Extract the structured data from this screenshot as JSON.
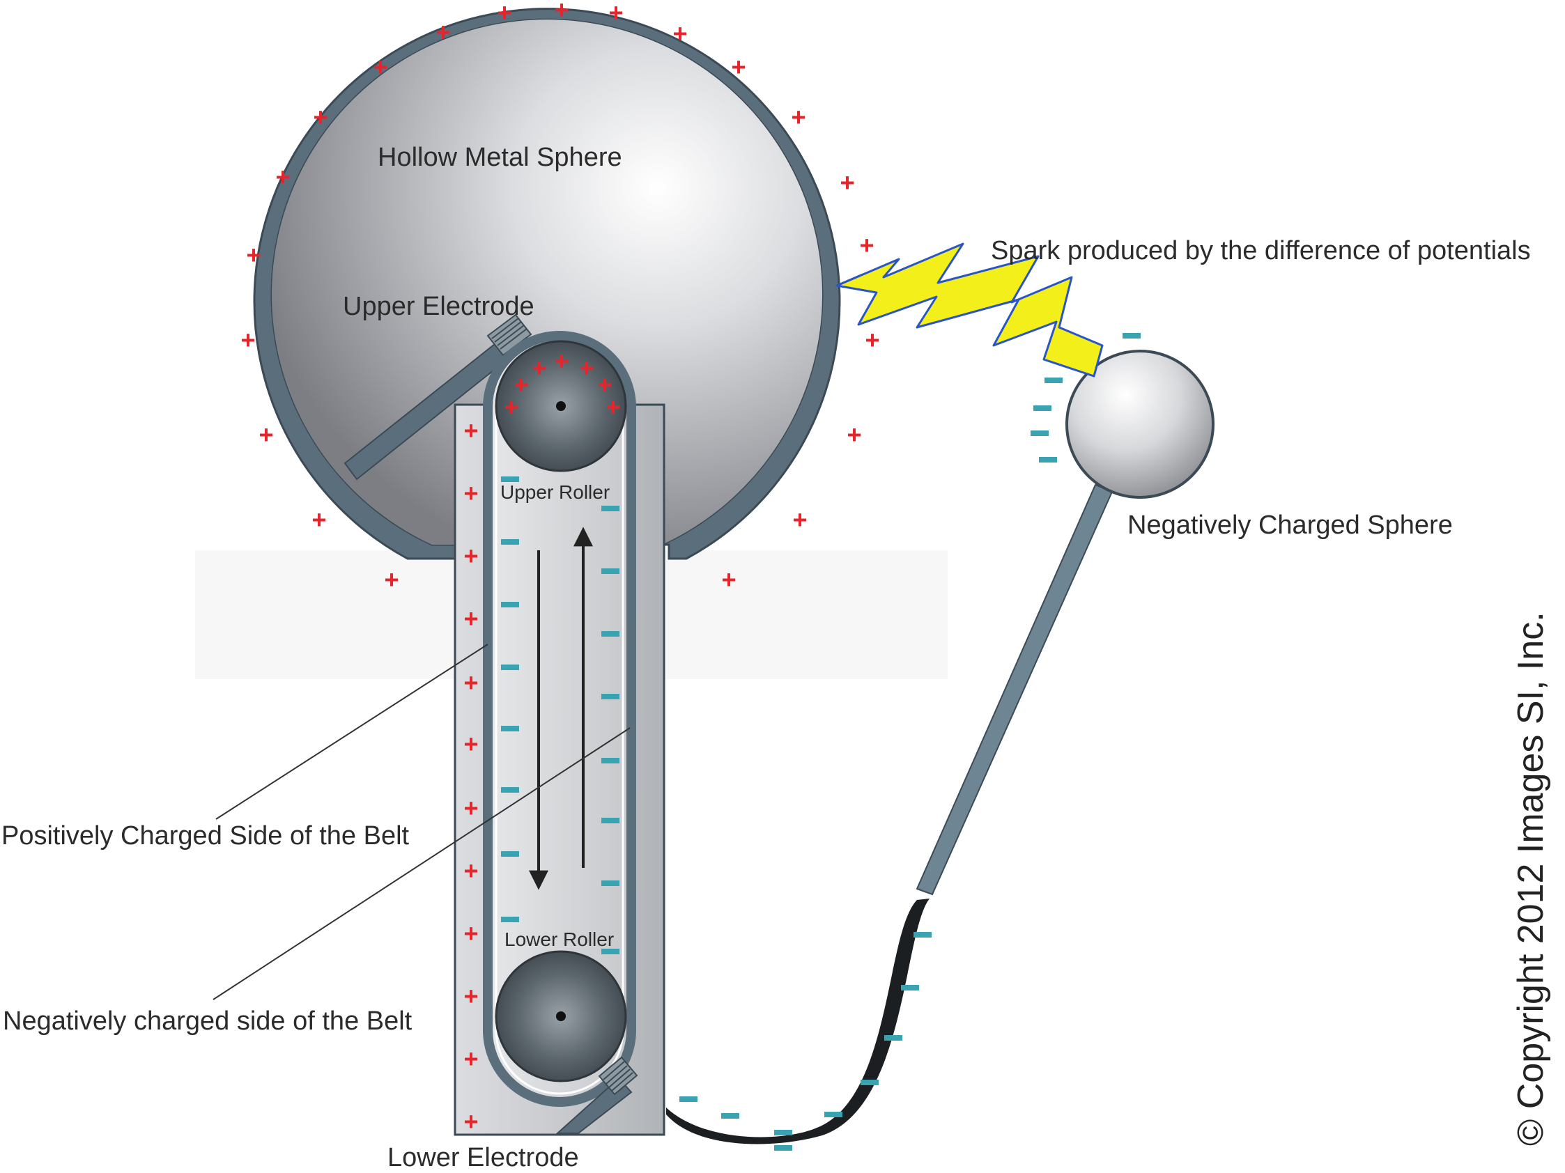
{
  "labels": {
    "hollow_sphere": "Hollow Metal Sphere",
    "upper_electrode": "Upper Electrode",
    "upper_roller": "Upper Roller",
    "lower_roller": "Lower Roller",
    "lower_electrode": "Lower Electrode",
    "spark": "Spark produced by the difference of potentials",
    "neg_sphere": "Negatively Charged Sphere",
    "pos_belt": "Positively Charged Side of the Belt",
    "neg_belt": "Negatively charged side of the Belt",
    "copyright": "© Copyright 2012 Images SI, Inc."
  },
  "symbols": {
    "plus": "+"
  },
  "colors": {
    "positive": "#e8232a",
    "negative": "#3aa3b2",
    "spark_fill": "#f2ef1a",
    "spark_stroke": "#2a55c8",
    "frame": "#5a6e7c",
    "rod": "#6e8694"
  }
}
